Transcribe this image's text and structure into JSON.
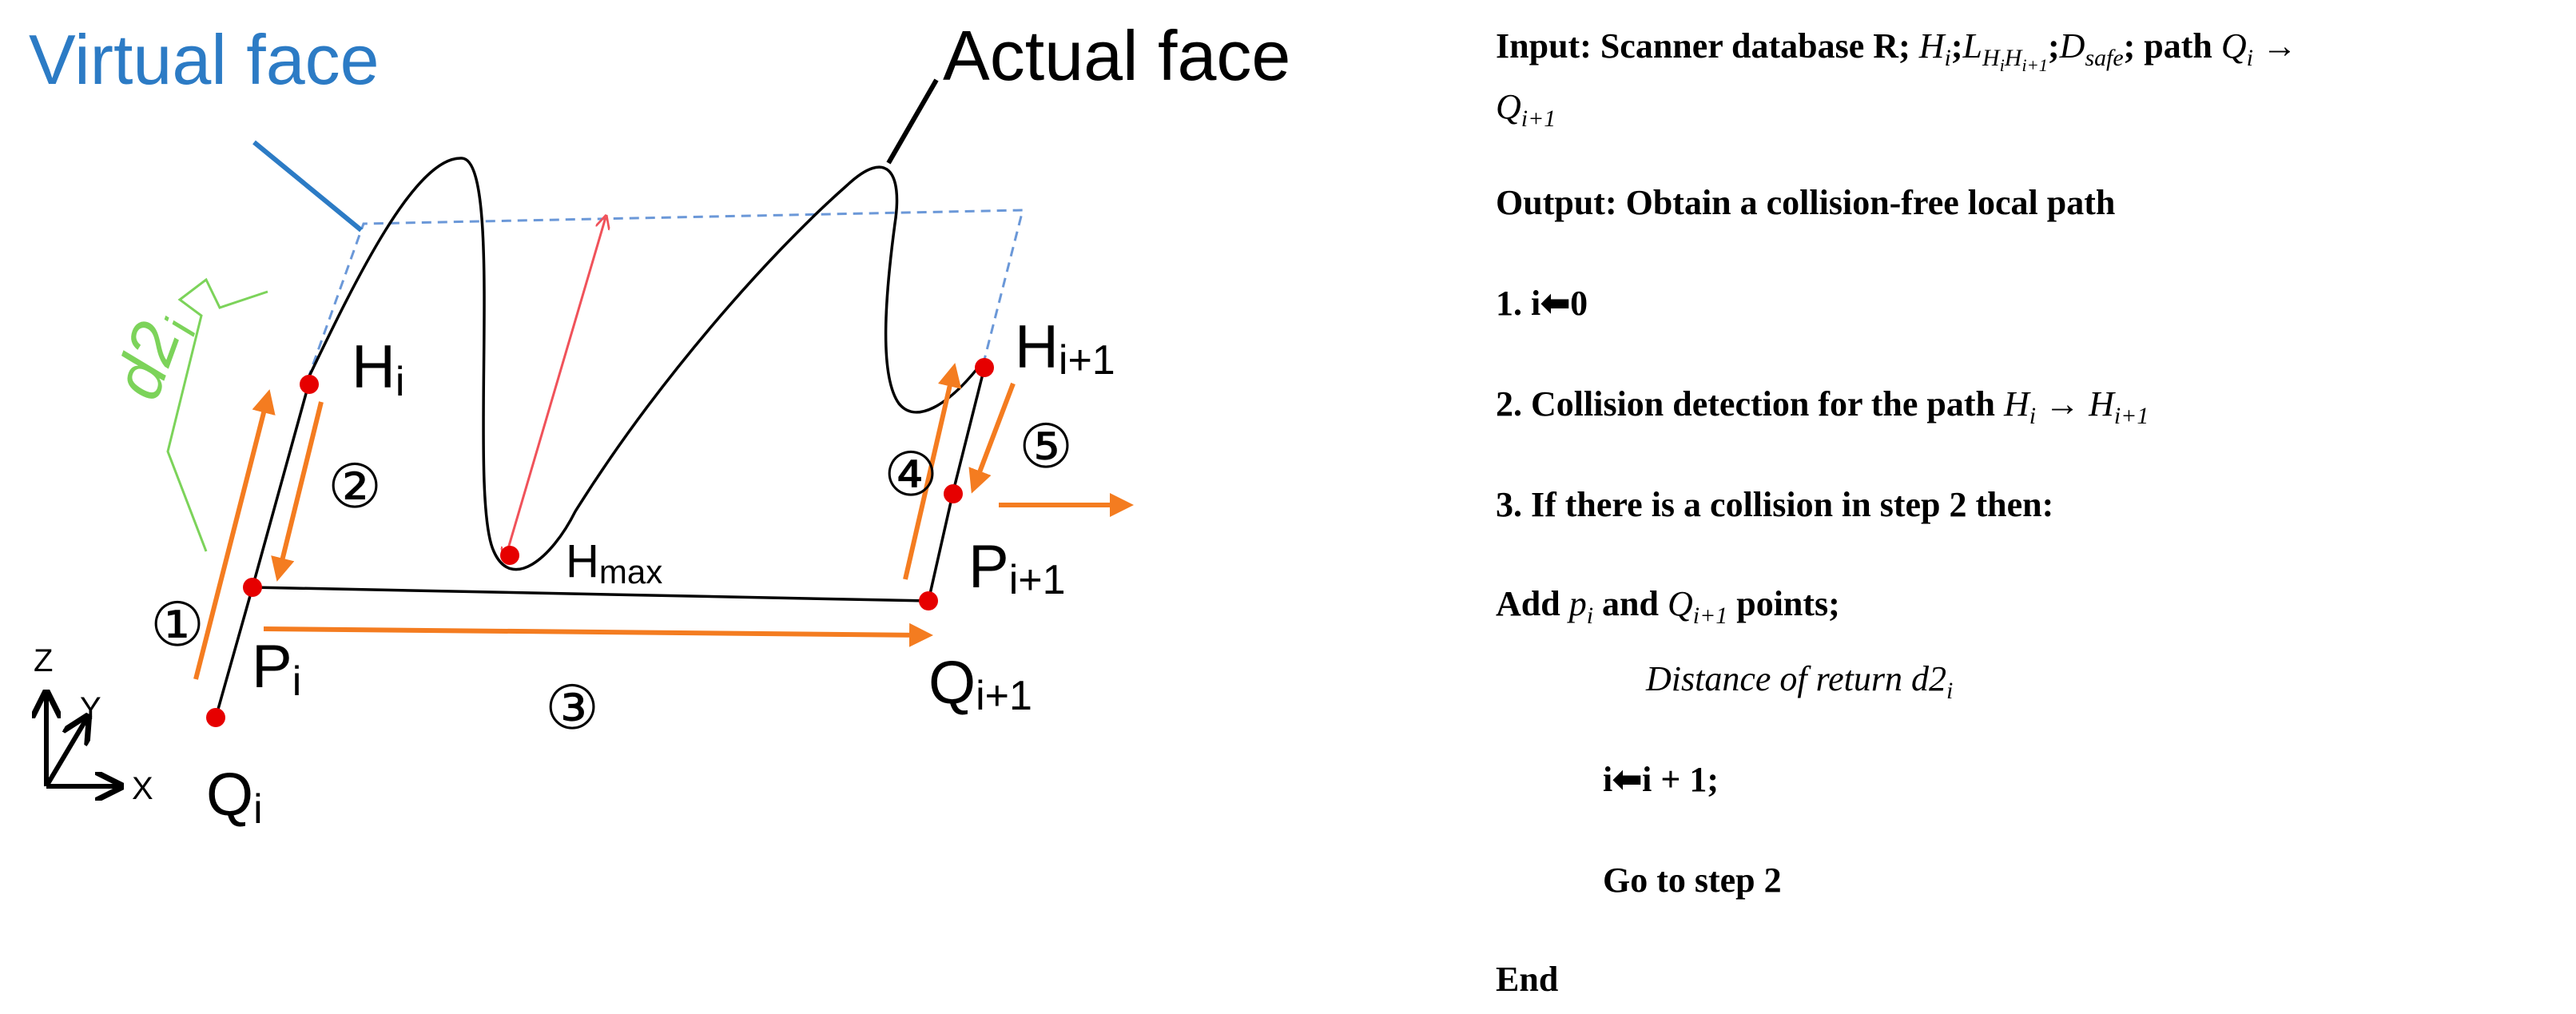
{
  "diagram": {
    "labels": {
      "virtual_face": "Virtual face",
      "actual_face": "Actual face",
      "d2i": "d2",
      "d2i_sub": "i",
      "H_i": "H",
      "H_i_sub": "i",
      "H_i1": "H",
      "H_i1_sub": "i+1",
      "H_max": "H",
      "H_max_sub": "max",
      "P_i": "P",
      "P_i_sub": "i",
      "P_i1": "P",
      "P_i1_sub": "i+1",
      "Q_i": "Q",
      "Q_i_sub": "i",
      "Q_i1": "Q",
      "Q_i1_sub": "i+1",
      "axis_z": "Z",
      "axis_y": "Y",
      "axis_x": "X",
      "step1": "①",
      "step2": "②",
      "step3": "③",
      "step4": "④",
      "step5": "⑤"
    },
    "colors": {
      "virtual_face": "#2c7bc5",
      "point": "#e60000",
      "orange_arrow": "#f47c20",
      "height_arrow": "#f0525a",
      "d2_brace": "#7cd35a",
      "dashed": "#6b98d8",
      "line": "#000000"
    }
  },
  "algorithm": {
    "input_prefix": "Input: Scanner database R;",
    "input_H": "H",
    "input_H_sub": "i",
    "input_sep1": ";",
    "input_L": "L",
    "input_L_sub1": "H",
    "input_L_sub1_sub": "i",
    "input_L_sub2": "H",
    "input_L_sub2_sub": "i+1",
    "input_sep2": ";",
    "input_D": "D",
    "input_D_sub": "safe",
    "input_path": "; path",
    "input_Q": "Q",
    "input_Q_sub": "i",
    "input_arrow": "→",
    "input_Q2": "Q",
    "input_Q2_sub": "i+1",
    "output": "Output: Obtain a collision-free local path",
    "step1_num": "1. i",
    "step1_arrow": "⬅",
    "step1_val": "0",
    "step2_text": "2. Collision detection for the path",
    "step2_H": "H",
    "step2_H_sub": "i",
    "step2_arrow": "→",
    "step2_H2": "H",
    "step2_H2_sub": "i+1",
    "step3": "3. If there is a collision in step 2 then:",
    "add_prefix": "Add",
    "add_p": "p",
    "add_p_sub": "i",
    "add_and": "and",
    "add_Q": "Q",
    "add_Q_sub": "i+1",
    "add_suffix": "points;",
    "distance": "Distance of return d2",
    "distance_sub": "i",
    "incr_i": "i",
    "incr_arrow": "⬅",
    "incr_val": "i + 1;",
    "goto": "Go to step 2",
    "end": "End"
  }
}
